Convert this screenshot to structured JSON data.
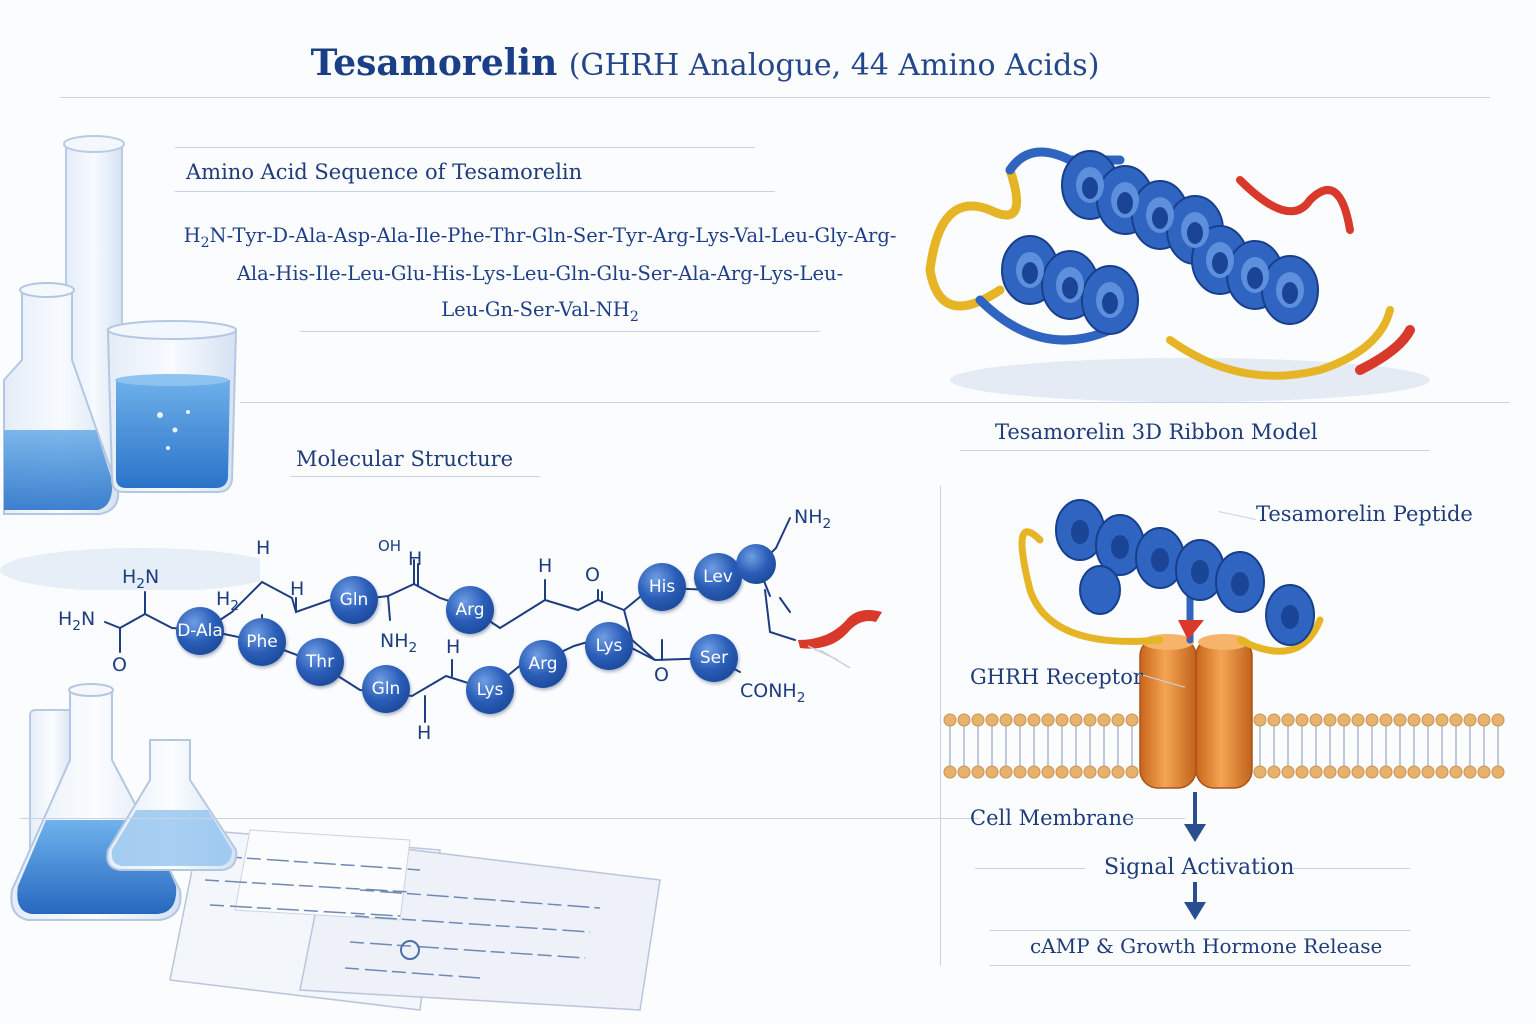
{
  "title": {
    "main": "Tesamorelin",
    "subtitle": "(GHRH Analogue, 44 Amino Acids)"
  },
  "sequence": {
    "heading": "Amino Acid Sequence of Tesamorelin",
    "line1_prefix": "H",
    "line1_sub": "2",
    "line1_rest": "N-Tyr-D-Ala-Asp-Ala-Ile-Phe-Thr-Gln-Ser-Tyr-Arg-Lys-Val-Leu-Gly-Arg-",
    "line2": "Ala-His-Ile-Leu-Glu-His-Lys-Leu-Gln-Glu-Ser-Ala-Arg-Lys-Leu-",
    "line3_main": "Leu-Gn-Ser-Val-",
    "line3_end": "NH",
    "line3_end_sub": "2"
  },
  "molecular": {
    "heading": "Molecular Structure",
    "residues": [
      "D-Ala",
      "Phe",
      "Thr",
      "Gln",
      "Gln",
      "Lys",
      "Arg",
      "Arg",
      "Lys",
      "His",
      "Lev",
      "Ser"
    ],
    "atoms": {
      "h2n_left": "H",
      "h2n_left_rest": "N",
      "h2n_top": "H",
      "h2n_top_rest": "N",
      "o_left": "O",
      "h_a": "H",
      "h2_a": "H",
      "h2_a_sub": "2",
      "h_b": "H",
      "oh": "OH",
      "h_c": "H",
      "nh2_mid": "NH",
      "nh2_mid_sub": "2",
      "h_d": "H",
      "h_e": "H",
      "h_f": "H",
      "o_top": "O",
      "o_ring": "O",
      "nh2_top": "NH",
      "nh2_top_sub": "2",
      "conh2": "CONH",
      "conh2_sub": "2",
      "sub2": "2"
    }
  },
  "ribbon": {
    "caption": "Tesamorelin 3D Ribbon Model"
  },
  "mechanism": {
    "peptide_label": "Tesamorelin Peptide",
    "receptor_label": "GHRH Receptor",
    "membrane_label": "Cell Membrane",
    "signal_label": "Signal Activation",
    "release_label": "cAMP & Growth Hormone Release"
  },
  "colors": {
    "helix_blue": "#2f65c0",
    "loop_yellow": "#e6b526",
    "loop_red": "#d9392b",
    "receptor_orange": "#e8892e",
    "text_navy": "#1d3a78"
  }
}
